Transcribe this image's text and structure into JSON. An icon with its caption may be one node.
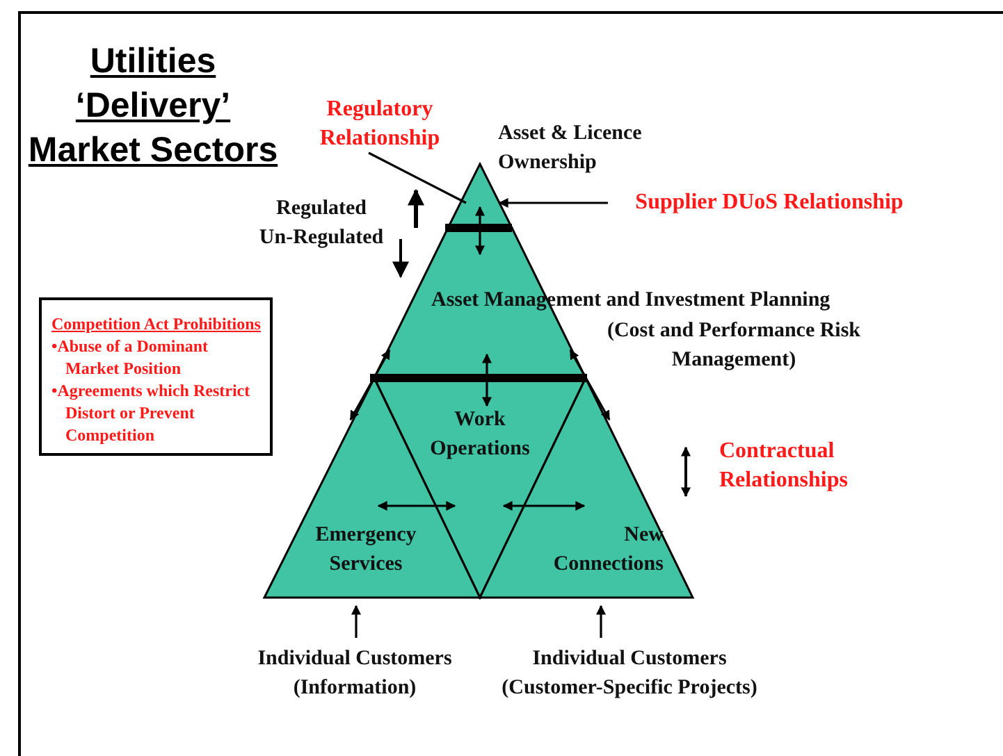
{
  "diagram": {
    "title": "Utilities ‘Delivery’ Market Sectors",
    "nodes": [
      {
        "text": [
          "Asset & Licence Ownership"
        ]
      },
      {
        "text": [
          "Asset Management and Investment Planning",
          "(Cost and Performance Risk Management)"
        ]
      },
      {
        "text": [
          "Work Operations"
        ]
      },
      {
        "text": [
          "Emergency Services"
        ]
      },
      {
        "text": [
          "New Connections"
        ]
      },
      {
        "text": [
          "Competition Act Prohibitions",
          "•Abuse of a Dominant Market Position",
          "•Agreements which Restrict Distort or Prevent Competition"
        ]
      },
      {
        "text": [
          "Regulatory Relationship"
        ]
      },
      {
        "text": [
          "Supplier DUoS Relationship"
        ]
      },
      {
        "text": [
          "Individual Customers (Information)"
        ]
      },
      {
        "text": [
          "Individual Customers (Customer-Specific Projects)"
        ]
      }
    ],
    "edges": [
      {
        "from": 0,
        "to": 1,
        "arrow": "both"
      },
      {
        "from": 1,
        "to": 2,
        "arrow": "both"
      },
      {
        "from": 1,
        "to": 3,
        "arrow": "both"
      },
      {
        "from": 1,
        "to": 4,
        "arrow": "both"
      },
      {
        "from": 3,
        "to": 2,
        "arrow": "both"
      },
      {
        "from": 2,
        "to": 4,
        "arrow": "both"
      },
      {
        "from": 6,
        "to": 0,
        "arrow": "none"
      },
      {
        "from": 7,
        "to": 0,
        "arrow": "to"
      },
      {
        "from": 8,
        "to": 3,
        "arrow": "to"
      },
      {
        "from": 9,
        "to": 4,
        "arrow": "to"
      }
    ],
    "labels": [
      "Regulated",
      "Un-Regulated",
      "Contractual Relationships"
    ]
  }
}
